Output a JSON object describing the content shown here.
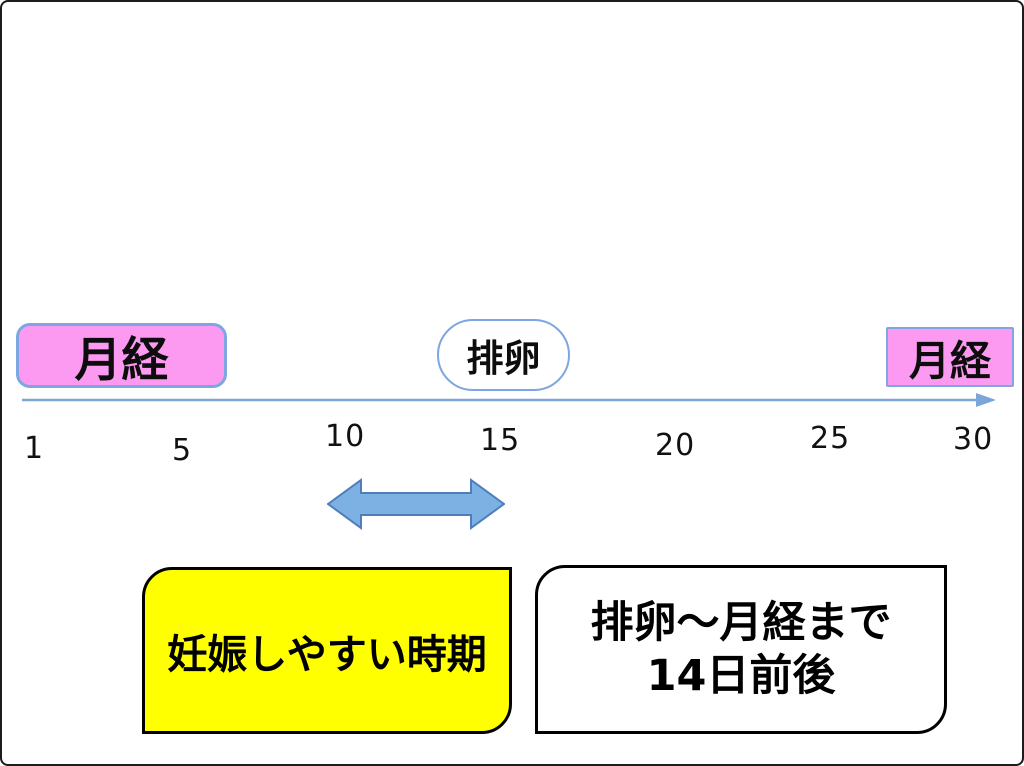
{
  "slide": {
    "title": "menstrual-cycle-timeline",
    "background": "#ffffff",
    "border_color": "#1c1c1c"
  },
  "events": {
    "menses_start": {
      "label": "月経"
    },
    "ovulation": {
      "label": "排卵"
    },
    "menses_next": {
      "label": "月経"
    }
  },
  "scale": {
    "unit": "day-of-cycle",
    "ticks": [
      "1",
      "5",
      "10",
      "15",
      "20",
      "25",
      "30"
    ]
  },
  "callouts": {
    "fertile": {
      "label": "妊娠しやすい時期"
    },
    "luteal": {
      "line1": "排卵～月経まで",
      "line2": "14日前後"
    }
  },
  "colors": {
    "event_pink": "#fc9af2",
    "event_border_blue": "#7ea6e0",
    "axis_blue": "#7ca6d8",
    "arrow_fill": "#7eb1e3",
    "arrow_border": "#4e7dba",
    "fertile_yellow": "#ffff00"
  }
}
